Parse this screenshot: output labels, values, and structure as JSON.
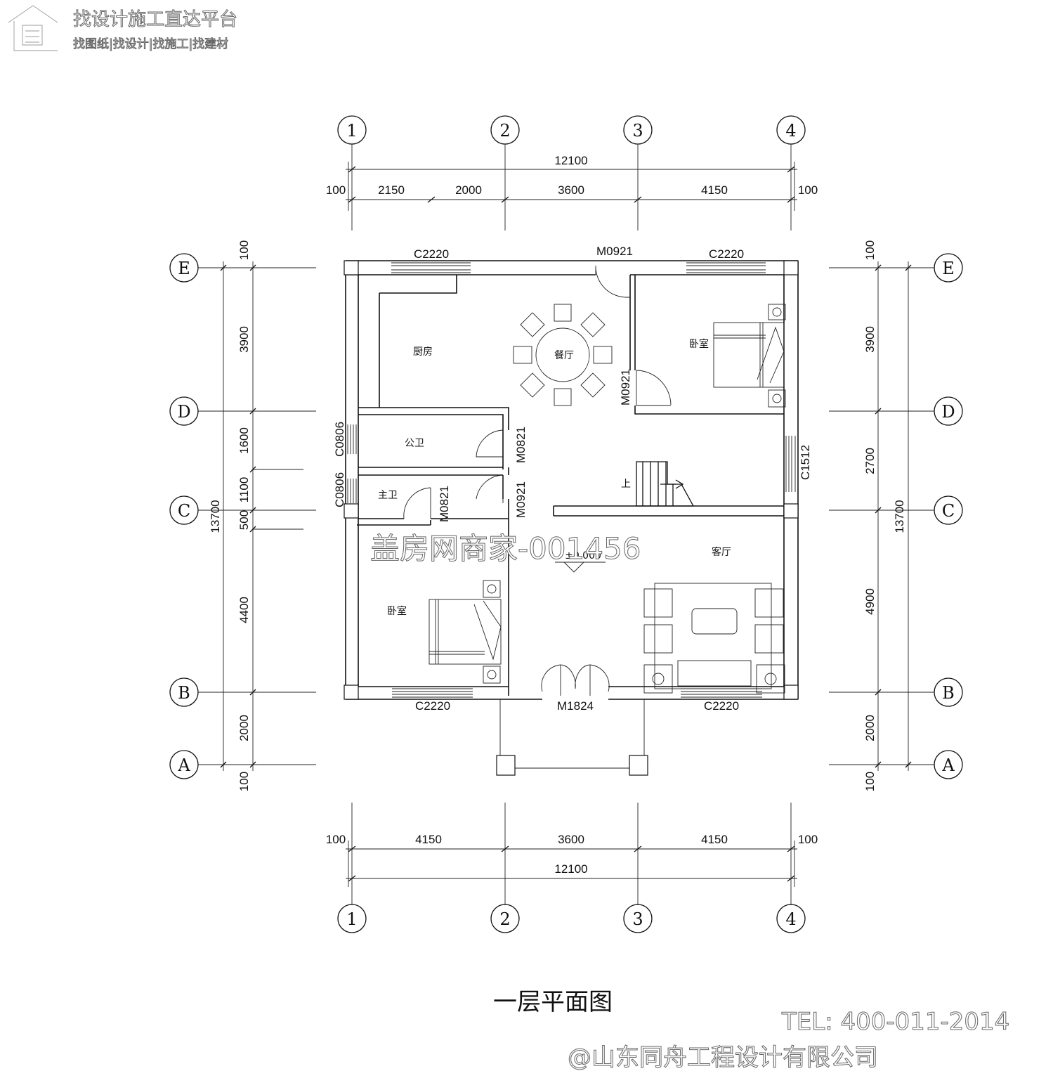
{
  "watermark": {
    "brand_line1": "找设计施工直达平台",
    "brand_line2": "找图纸|找设计|找施工|找建材",
    "center_mark": "盖房网商家-001456",
    "phone": "TEL: 400-011-2014",
    "company": "@山东同舟工程设计有限公司"
  },
  "title": "一层平面图",
  "axes": {
    "top": [
      "1",
      "2",
      "3",
      "4"
    ],
    "bottom": [
      "1",
      "2",
      "3",
      "4"
    ],
    "left": [
      "E",
      "D",
      "C",
      "B",
      "A"
    ],
    "right": [
      "E",
      "D",
      "C",
      "B",
      "A"
    ]
  },
  "dimensions": {
    "top_total": "12100",
    "top_segments": [
      "100",
      "2150",
      "2000",
      "3600",
      "4150",
      "100"
    ],
    "bottom_total": "12100",
    "bottom_segments": [
      "100",
      "4150",
      "3600",
      "4150",
      "100"
    ],
    "left_total": "13700",
    "left_segments": [
      "100",
      "3900",
      "1600",
      "1100",
      "500",
      "4400",
      "2000",
      "100"
    ],
    "right_total": "13700",
    "right_segments": [
      "100",
      "3900",
      "2700",
      "4900",
      "2000",
      "100"
    ]
  },
  "rooms": {
    "kitchen": "厨房",
    "dining": "餐厅",
    "bedroom_ne": "卧室",
    "public_wc": "公卫",
    "master_wc": "主卫",
    "living": "客厅",
    "bedroom_sw": "卧室",
    "stair_up": "上",
    "level": "±0.000"
  },
  "openings": {
    "window_n_left": "C2220",
    "door_n": "M0921",
    "window_n_right": "C2220",
    "door_bedroom_ne": "M0921",
    "window_wc1": "C0806",
    "door_wc1": "M0821",
    "window_wc2": "C0806",
    "door_wc2": "M0821",
    "door_corridor": "M0921",
    "window_east": "C1512",
    "window_s_left": "C2220",
    "door_main": "M1824",
    "window_s_right": "C2220"
  }
}
